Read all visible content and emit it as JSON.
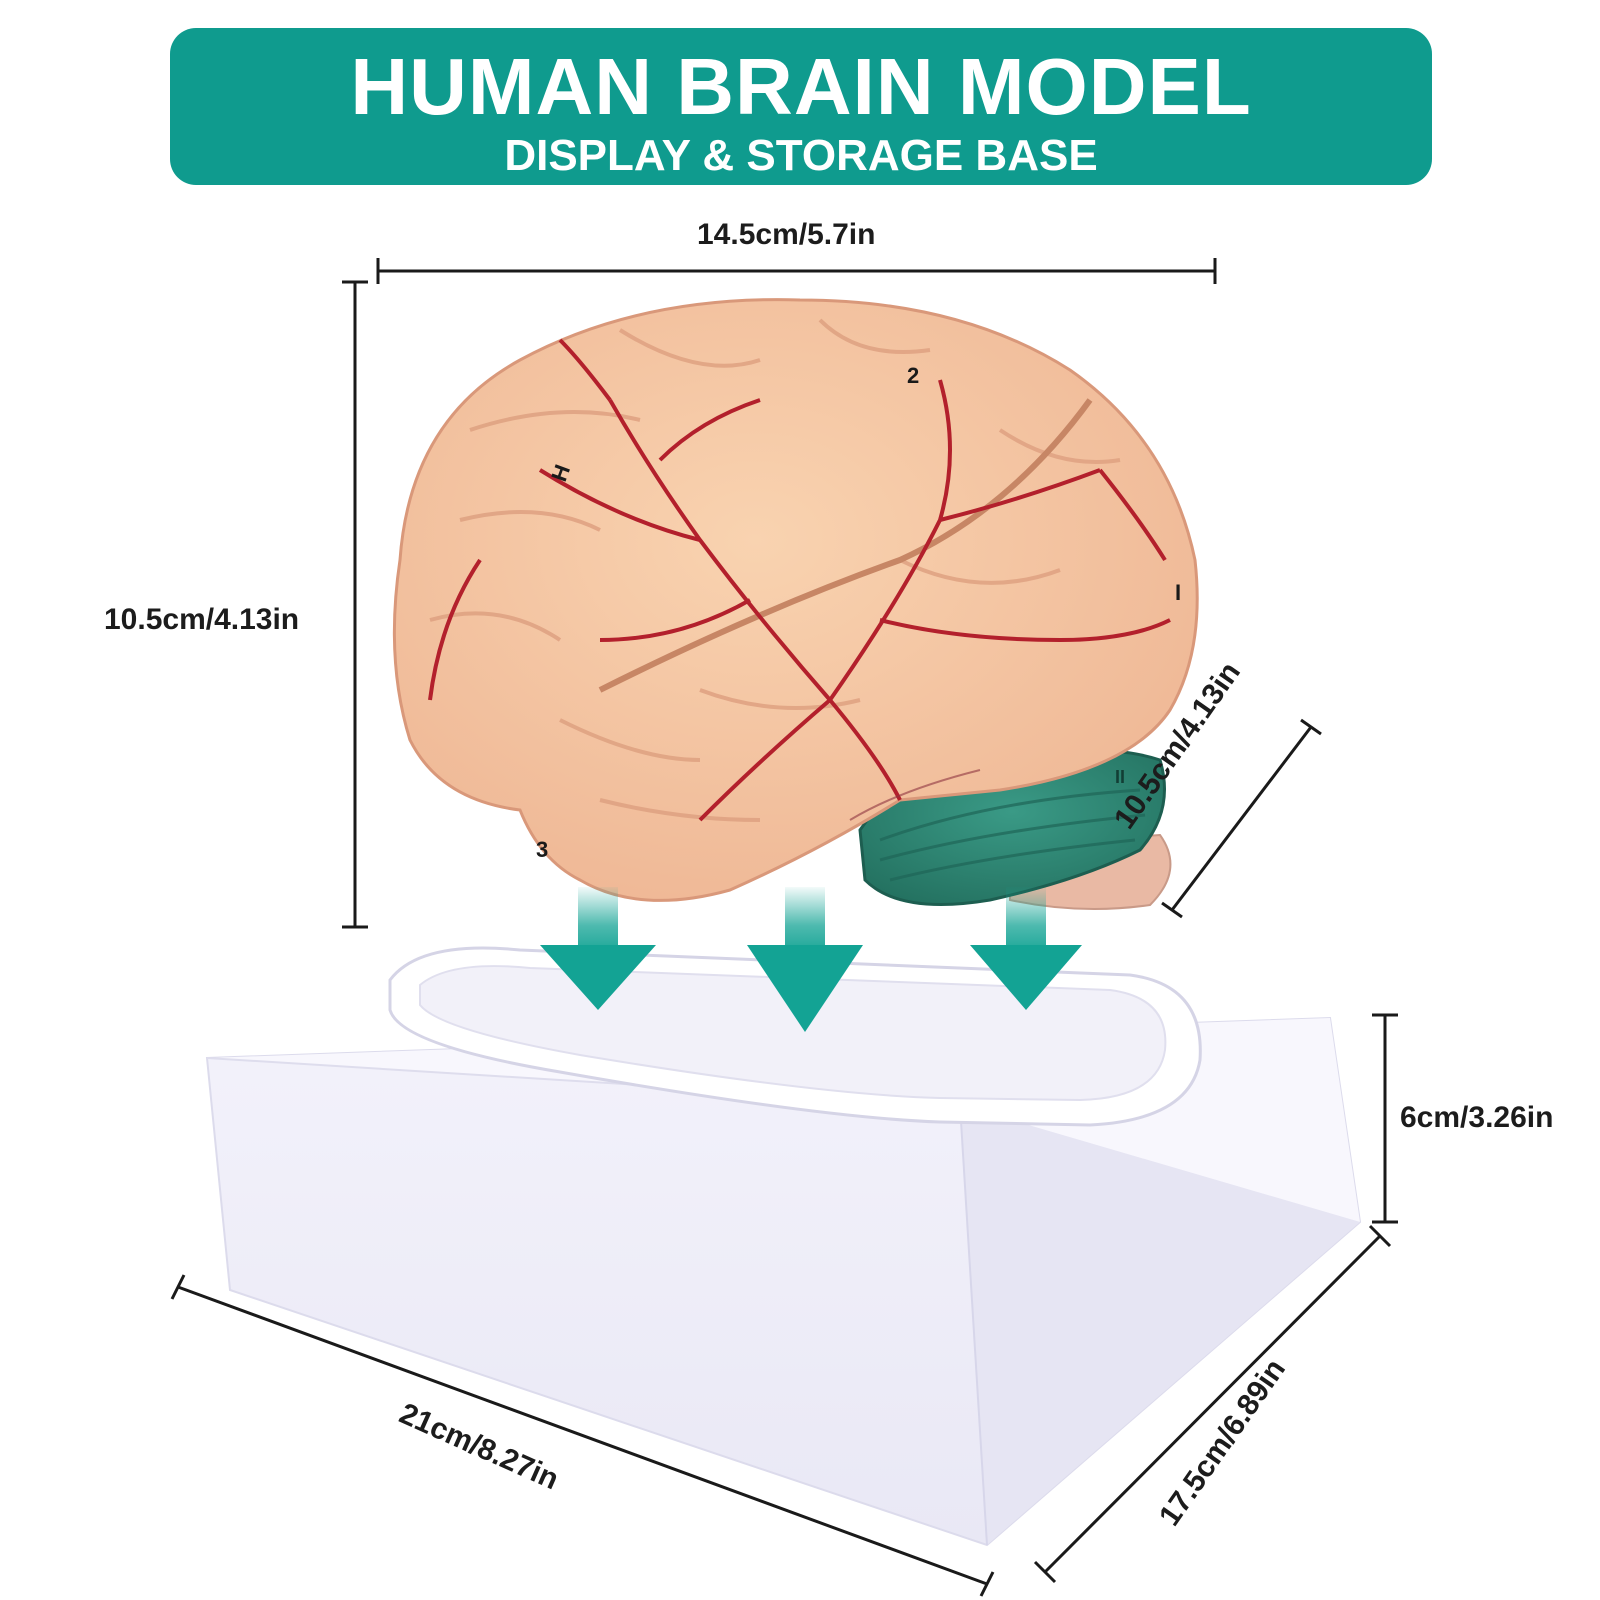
{
  "banner": {
    "title": "HUMAN BRAIN MODEL",
    "subtitle": "DISPLAY & STORAGE BASE"
  },
  "dimensions": {
    "brain_width": "14.5cm/5.7in",
    "brain_height": "10.5cm/4.13in",
    "brain_depth": "10.5cm/4.13in",
    "base_height": "6cm/3.26in",
    "base_width": "21cm/8.27in",
    "base_depth": "17.5cm/6.89in"
  },
  "brain_markers": [
    "2",
    "H",
    "I",
    "II",
    "3"
  ],
  "colors": {
    "banner": "#0f9b8e",
    "brain": "#f4c4a0",
    "cerebellum": "#2f8a78",
    "arteries": "#b3202c",
    "base": "#f7f6fc",
    "arrows": "#13a394"
  }
}
